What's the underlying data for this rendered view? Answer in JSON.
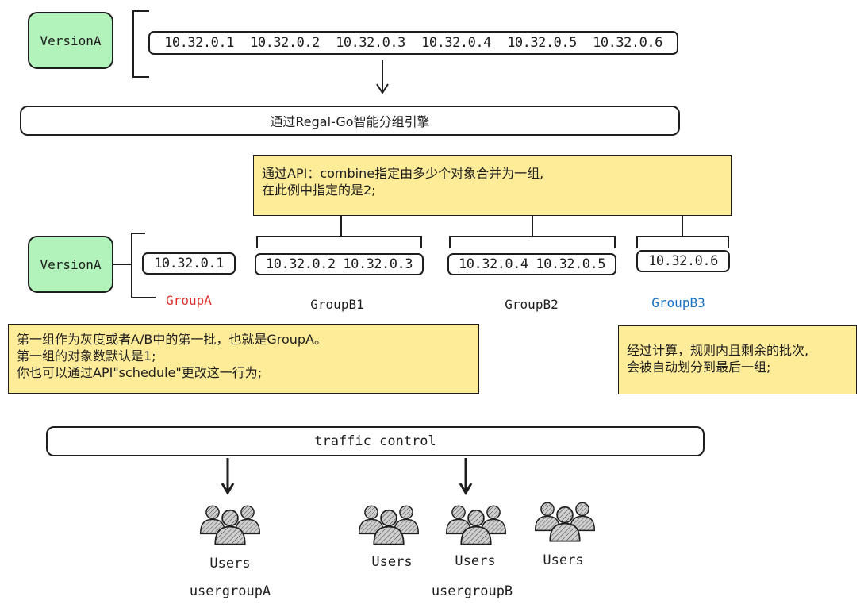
{
  "top": {
    "version_label": "VersionA",
    "ips": [
      "10.32.0.1",
      "10.32.0.2",
      "10.32.0.3",
      "10.32.0.4",
      "10.32.0.5",
      "10.32.0.6"
    ]
  },
  "engine": {
    "label": "通过Regal-Go智能分组引擎"
  },
  "combine_note": {
    "line1": "通过API：combine指定由多少个对象合并为一组,",
    "line2": "在此例中指定的是2;"
  },
  "groups": {
    "version_label": "VersionA",
    "a": {
      "ips": "10.32.0.1",
      "label": "GroupA",
      "color": "#e03131"
    },
    "b1": {
      "ips": "10.32.0.2 10.32.0.3",
      "label": "GroupB1",
      "color": "#1e1e1e"
    },
    "b2": {
      "ips": "10.32.0.4 10.32.0.5",
      "label": "GroupB2",
      "color": "#1e1e1e"
    },
    "b3": {
      "ips": "10.32.0.6",
      "label": "GroupB3",
      "color": "#1971c2"
    }
  },
  "left_note": {
    "line1": "第一组作为灰度或者A/B中的第一批，也就是GroupA。",
    "line2": "第一组的对象数默认是1;",
    "line3": "你也可以通过API\"schedule\"更改这一行为;"
  },
  "right_note": {
    "line1": "经过计算，规则内且剩余的批次,",
    "line2": "会被自动划分到最后一组;"
  },
  "traffic": {
    "label": "traffic control"
  },
  "users": {
    "user_label": "Users",
    "group_a_label": "usergroupA",
    "group_b_label": "usergroupB",
    "icon": "users-icon"
  },
  "colors": {
    "version_fill": "#b2f2bb",
    "note_fill": "#ffec99"
  }
}
